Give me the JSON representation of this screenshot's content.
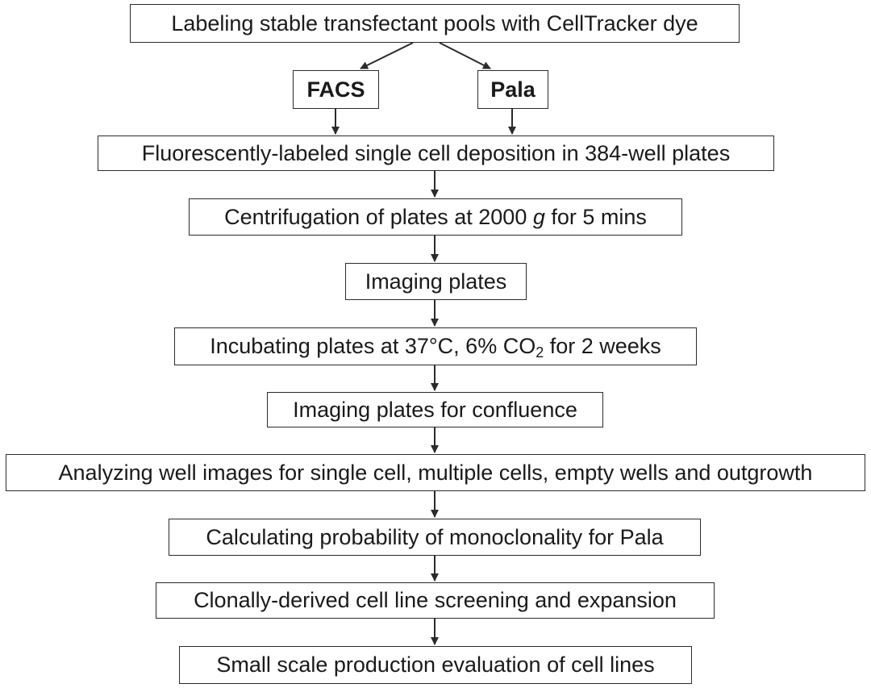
{
  "steps": {
    "labeling": "Labeling stable transfectant pools with CellTracker dye",
    "facs": "FACS",
    "pala": "Pala",
    "deposition": "Fluorescently-labeled single cell deposition in 384-well plates",
    "centrifugation_pre": "Centrifugation of plates at 2000 ",
    "centrifugation_g": "g",
    "centrifugation_post": " for 5 mins",
    "imaging": "Imaging plates",
    "incubating_pre": "Incubating plates at 37°C, 6% CO",
    "incubating_sub": "2",
    "incubating_post": " for 2 weeks",
    "confluence": "Imaging plates for confluence",
    "analyzing": "Analyzing well images for single cell, multiple cells, empty wells and outgrowth",
    "probability": "Calculating probability of monoclonality for Pala",
    "screening": "Clonally-derived cell line screening and expansion",
    "evaluation": "Small scale production evaluation of cell lines"
  },
  "colors": {
    "stroke": "#2b2b2b",
    "text": "#1a1a1a",
    "background": "#ffffff"
  }
}
